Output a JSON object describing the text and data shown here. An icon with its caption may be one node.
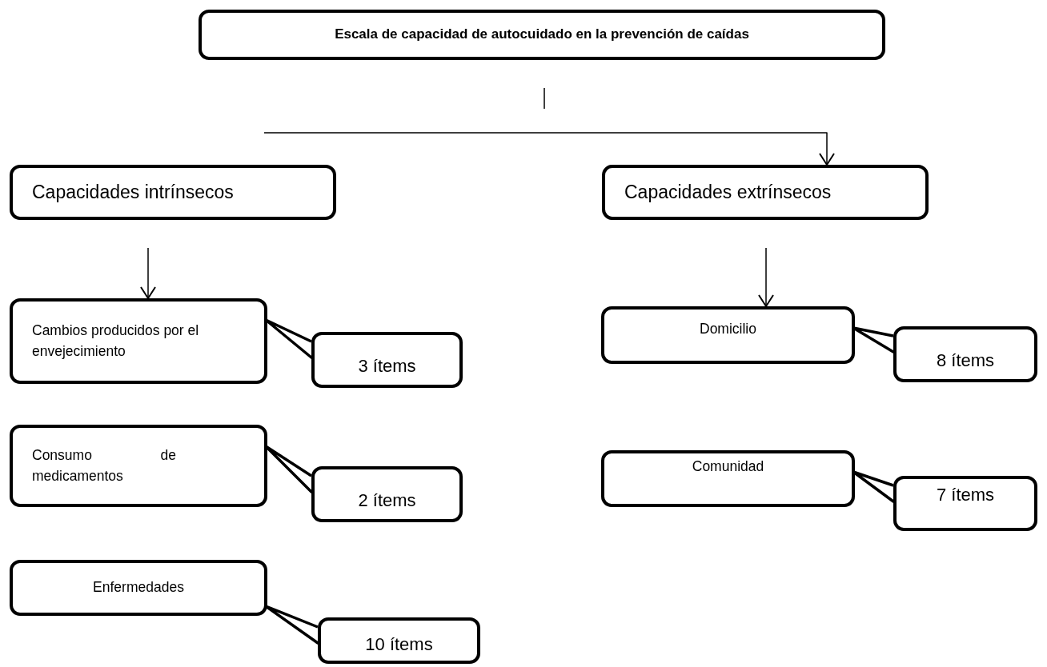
{
  "diagram": {
    "nodes": [
      {
        "text": [
          "Escala de capacidad de autocuidado en la prevención de caídas"
        ]
      },
      {
        "text": [
          "Capacidades intrínsecos"
        ]
      },
      {
        "text": [
          "Capacidades extrínsecos"
        ]
      },
      {
        "text": [
          "Cambios producidos por el envejecimiento"
        ]
      },
      {
        "text": [
          "3 ítems"
        ]
      },
      {
        "text": [
          "Consumo de medicamentos"
        ]
      },
      {
        "text": [
          "2 ítems"
        ]
      },
      {
        "text": [
          "Enfermedades"
        ]
      },
      {
        "text": [
          "10 ítems"
        ]
      },
      {
        "text": [
          "Domicilio"
        ]
      },
      {
        "text": [
          "8 ítems"
        ]
      },
      {
        "text": [
          "Comunidad"
        ]
      },
      {
        "text": [
          "7 ítems"
        ]
      }
    ],
    "edges": [
      {
        "from": null,
        "to": 2,
        "arrow": "to"
      },
      {
        "from": 1,
        "to": 3,
        "arrow": "to"
      },
      {
        "from": 2,
        "to": 9,
        "arrow": "to"
      },
      {
        "from": 4,
        "to": 3,
        "arrow": "none"
      },
      {
        "from": 6,
        "to": 5,
        "arrow": "none"
      },
      {
        "from": 8,
        "to": 7,
        "arrow": "none"
      },
      {
        "from": 10,
        "to": 9,
        "arrow": "none"
      },
      {
        "from": 12,
        "to": 11,
        "arrow": "none"
      }
    ]
  }
}
